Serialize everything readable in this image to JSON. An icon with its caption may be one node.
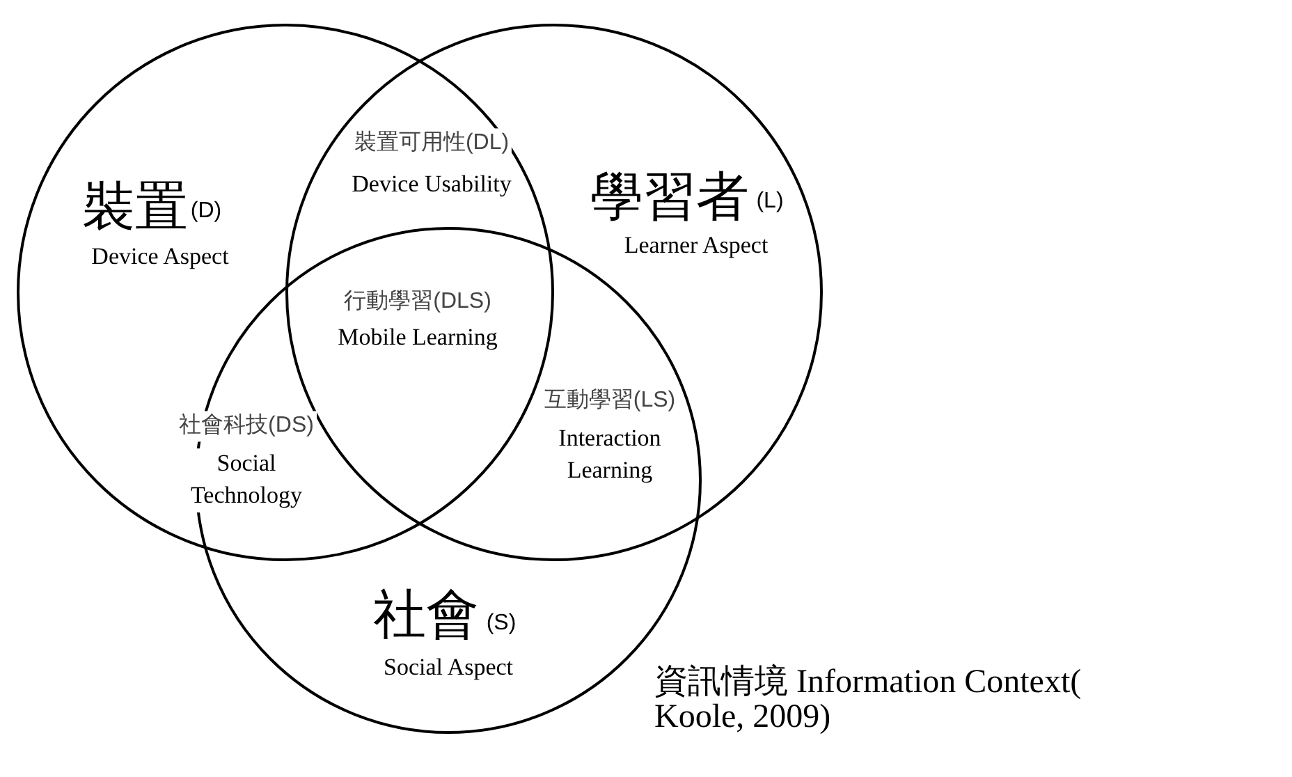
{
  "diagram": {
    "caption": "資訊情境 Information Context( Koole, 2009)",
    "nodes": [
      {
        "text": [
          "裝置",
          "(D)",
          "Device Aspect"
        ]
      },
      {
        "text": [
          "學習者",
          "(L)",
          "Learner Aspect"
        ]
      },
      {
        "text": [
          "社會",
          "(S)",
          "Social Aspect"
        ]
      }
    ],
    "labels": [
      "裝置可用性(DL)",
      "Device Usability",
      "行動學習(DLS)",
      "Mobile Learning",
      "社會科技(DS)",
      "Social Technology",
      "互動學習(LS)",
      "Interaction Learning"
    ]
  }
}
